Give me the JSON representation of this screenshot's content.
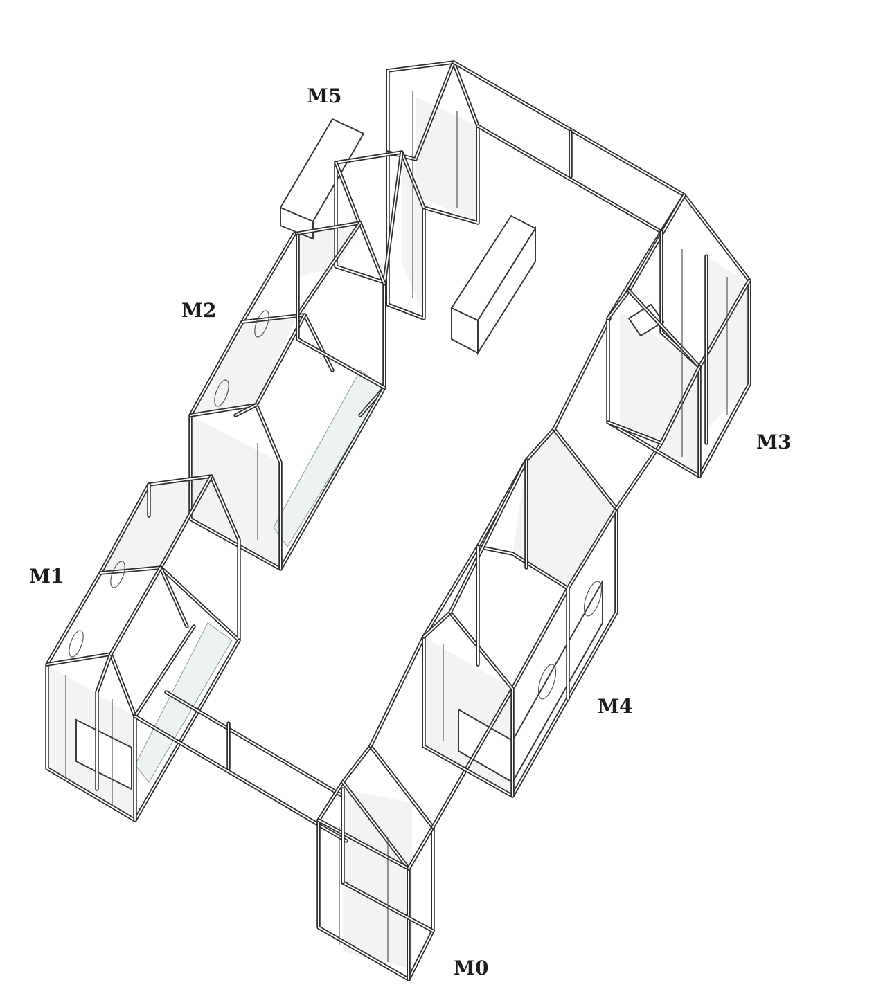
{
  "labels": {
    "m5": "M5",
    "m2": "M2",
    "m1": "M1",
    "m3": "M3",
    "m4": "M4",
    "m0": "M0"
  }
}
